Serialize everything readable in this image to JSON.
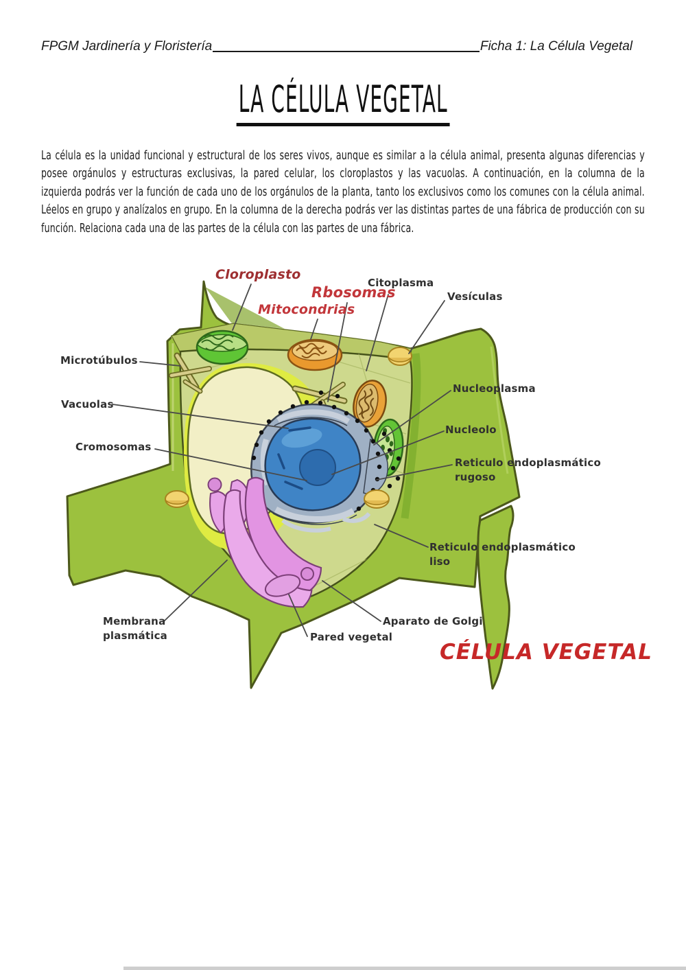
{
  "page": {
    "header": {
      "left": "FPGM Jardinería y Floristería",
      "right": "Ficha 1: La Célula Vegetal"
    },
    "title": "LA CÉLULA VEGETAL",
    "intro": "La célula es la unidad funcional y estructural de los seres vivos, aunque es similar a la célula animal, presenta algunas diferencias y posee orgánulos y estructuras exclusivas, la pared celular, los cloroplastos y las vacuolas. A continuación, en la columna de la izquierda podrás ver la función de cada uno de los orgánulos de la planta, tanto los exclusivos como los comunes con la célula animal. Léelos en grupo y analízalos en grupo. En la columna de la derecha podrás ver las distintas partes de una fábrica de producción con su función. Relaciona cada una de las partes de la célula con las partes de una fábrica."
  },
  "diagram": {
    "caption": "CÉLULA VEGETAL",
    "labels": {
      "cloroplasto": "Cloroplasto",
      "rbosomas": "Rbosomas",
      "mitocondrias": "Mitocondrias",
      "citoplasma": "Citoplasma",
      "vesiculas": "Vesículas",
      "microtubulos": "Microtúbulos",
      "vacuolas": "Vacuolas",
      "cromosomas": "Cromosomas",
      "nucleoplasma": "Nucleoplasma",
      "nucleolo": "Nucleolo",
      "reticulo_rugoso_l1": "Reticulo endoplasmático",
      "reticulo_rugoso_l2": "rugoso",
      "reticulo_liso_l1": "Reticulo endoplasmático",
      "reticulo_liso_l2": "liso",
      "aparato_golgi": "Aparato de Golgi",
      "pared_vegetal": "Pared vegetal",
      "membrana_l1": "Membrana",
      "membrana_l2": "plasmática"
    },
    "colors": {
      "cell_wall_green": "#9cc13e",
      "wall_outline": "#4c581b",
      "cytoplasm": "#ced98d",
      "top_face": "#b9c968",
      "vacuole": "#f2efc6",
      "vacuole_band": "#dfeb42",
      "nucleus_envelope": "#9fb0c4",
      "nucleoplasm": "#3f84c6",
      "nucleolus": "#2d6cae",
      "golgi_pink": "#eaaaea",
      "mitochondria_orange": "#e9992e",
      "chloroplast_green": "#5fc535",
      "vesicle_yellow": "#f2d470",
      "label_red": "#c2363a",
      "label_dark_red": "#9e2f31",
      "caption_red": "#c62828"
    }
  }
}
